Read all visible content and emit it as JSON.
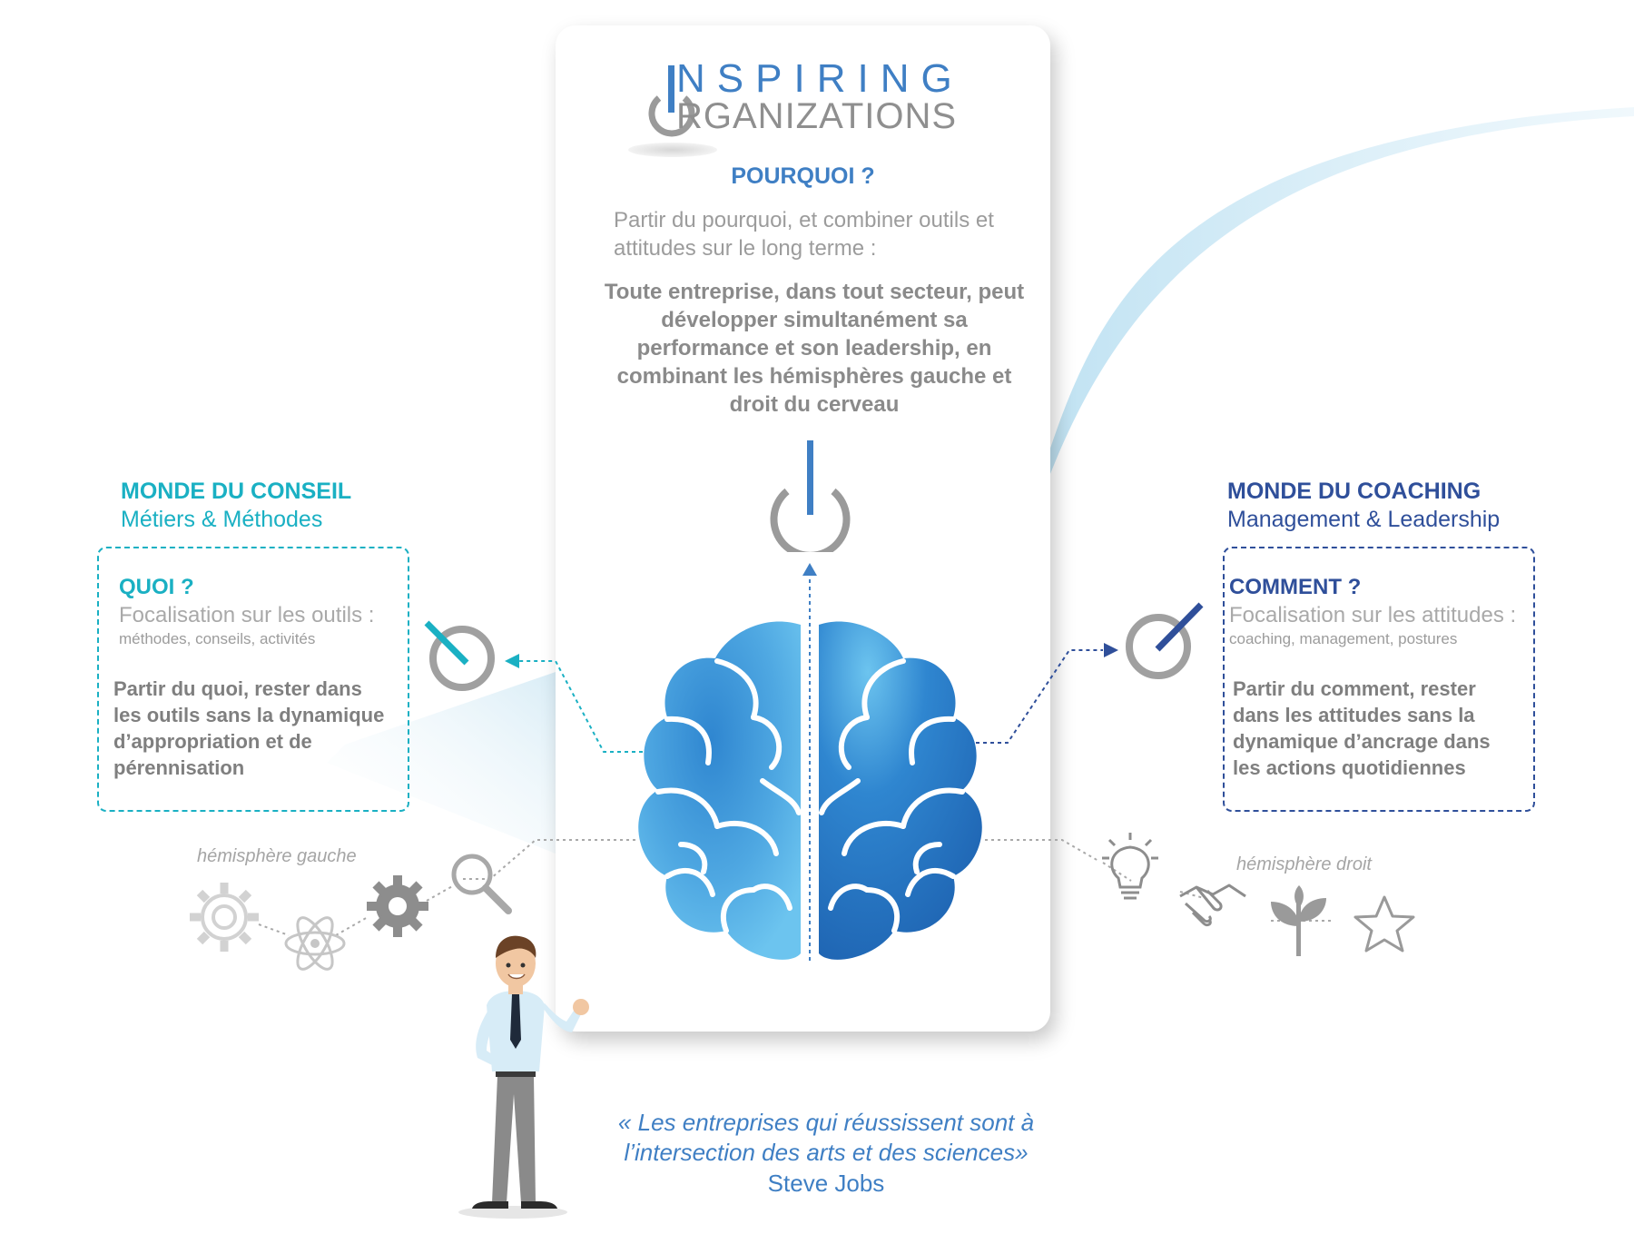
{
  "logo": {
    "line1": "NSPIRING",
    "line2": "RGANIZATIONS"
  },
  "pourquoi": {
    "title": "POURQUOI ?",
    "intro": "Partir du pourquoi, et combiner outils et attitudes sur le long terme :",
    "body": "Toute entreprise, dans tout secteur, peut développer simultanément sa performance et son leadership, en combinant les hémisphères gauche et droit du cerveau"
  },
  "left": {
    "heading": "MONDE DU CONSEIL",
    "subheading": "Métiers & Méthodes",
    "box_title": "QUOI ?",
    "box_sub": "Focalisation sur les outils :",
    "box_small": "méthodes, conseils, activités",
    "box_body": "Partir du quoi, rester dans les outils sans la dynamique d’appropriation et de pérennisation",
    "hemisphere": "hémisphère gauche"
  },
  "right": {
    "heading": "MONDE DU COACHING",
    "subheading": "Management & Leadership",
    "box_title": "COMMENT ?",
    "box_sub": "Focalisation sur les attitudes :",
    "box_small": "coaching, management, postures",
    "box_body": "Partir du comment, rester dans les attitudes sans la dynamique d’ancrage dans les actions quotidiennes",
    "hemisphere": "hémisphère droit"
  },
  "quote": {
    "text": "« Les entreprises qui réussissent sont à l’intersection des arts et des sciences»",
    "author": "Steve Jobs"
  },
  "icons": {
    "left": [
      "gear-outline-icon",
      "atom-icon",
      "gear-solid-icon",
      "magnifier-icon"
    ],
    "right": [
      "lightbulb-icon",
      "handshake-icon",
      "plant-icon",
      "star-icon"
    ],
    "center": [
      "power-icon",
      "brain-icon"
    ]
  },
  "colors": {
    "accent_blue": "#3f7fc4",
    "teal": "#1ab0c3",
    "navy": "#2f4f9a",
    "brain_light": "#5ab8ea",
    "brain_dark": "#2a76c4",
    "grey_text": "#8a8a8a"
  }
}
